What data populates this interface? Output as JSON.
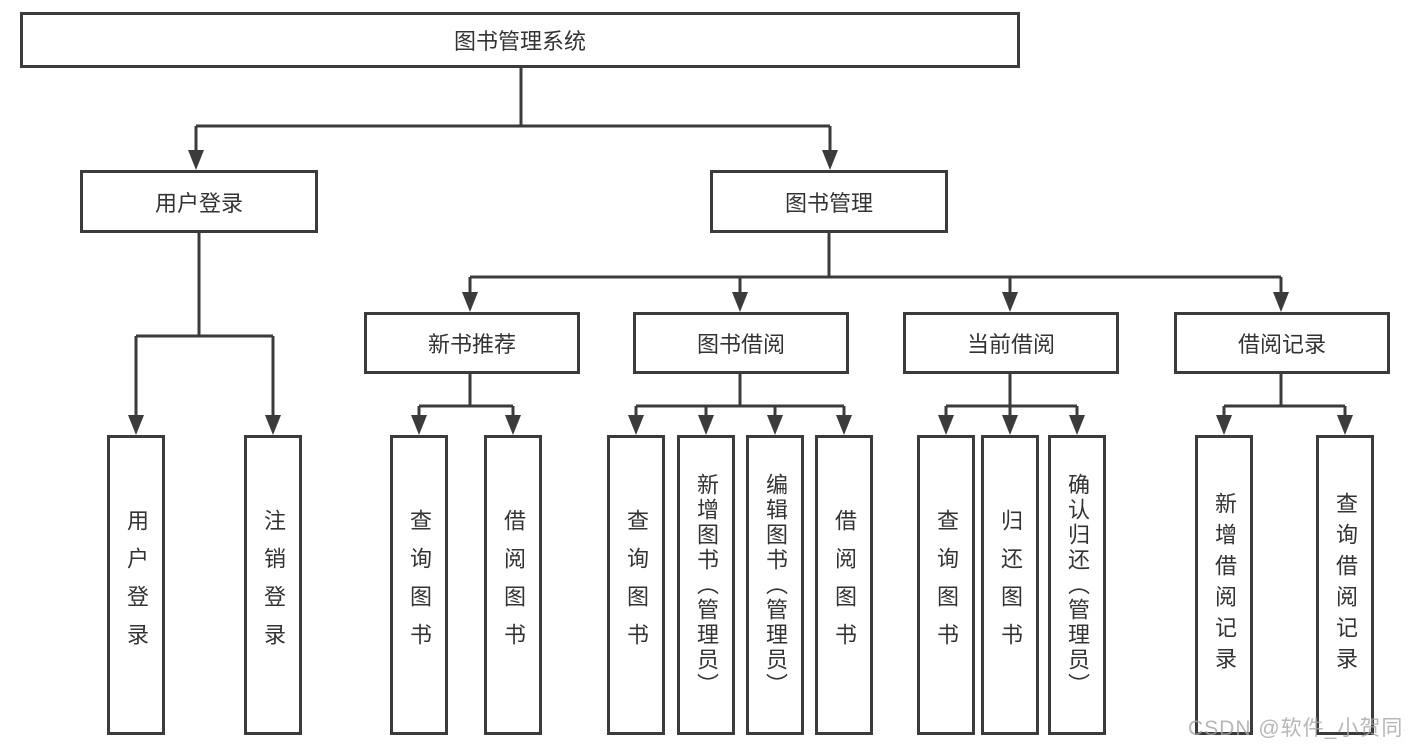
{
  "tree": {
    "root": {
      "label": "图书管理系统",
      "children": {
        "user_login": {
          "label": "用户登录",
          "children": {
            "login": {
              "label": "用户登录"
            },
            "logout": {
              "label": "注销登录"
            }
          }
        },
        "book_mgmt": {
          "label": "图书管理",
          "children": {
            "new_book_rec": {
              "label": "新书推荐",
              "children": {
                "query_book": {
                  "label": "查询图书"
                },
                "borrow_book": {
                  "label": "借阅图书"
                }
              }
            },
            "book_borrow": {
              "label": "图书借阅",
              "children": {
                "query_book": {
                  "label": "查询图书"
                },
                "add_book": {
                  "label": "新增图书（管理员）"
                },
                "edit_book": {
                  "label": "编辑图书（管理员）"
                },
                "borrow_book": {
                  "label": "借阅图书"
                }
              }
            },
            "current_borrow": {
              "label": "当前借阅",
              "children": {
                "query_book": {
                  "label": "查询图书"
                },
                "return_book": {
                  "label": "归还图书"
                },
                "confirm_return": {
                  "label": "确认归还（管理员）"
                }
              }
            },
            "borrow_records": {
              "label": "借阅记录",
              "children": {
                "add_record": {
                  "label": "新增借阅记录"
                },
                "query_record": {
                  "label": "查询借阅记录"
                }
              }
            }
          }
        }
      }
    }
  },
  "watermark": "CSDN @软件_小贺同学",
  "colors": {
    "line": "#3b3b3b",
    "box_border": "#3b3b3b",
    "box_background": "#ffffff",
    "text": "#333333",
    "watermark": "#a5a5a5",
    "background": "#ffffff"
  }
}
